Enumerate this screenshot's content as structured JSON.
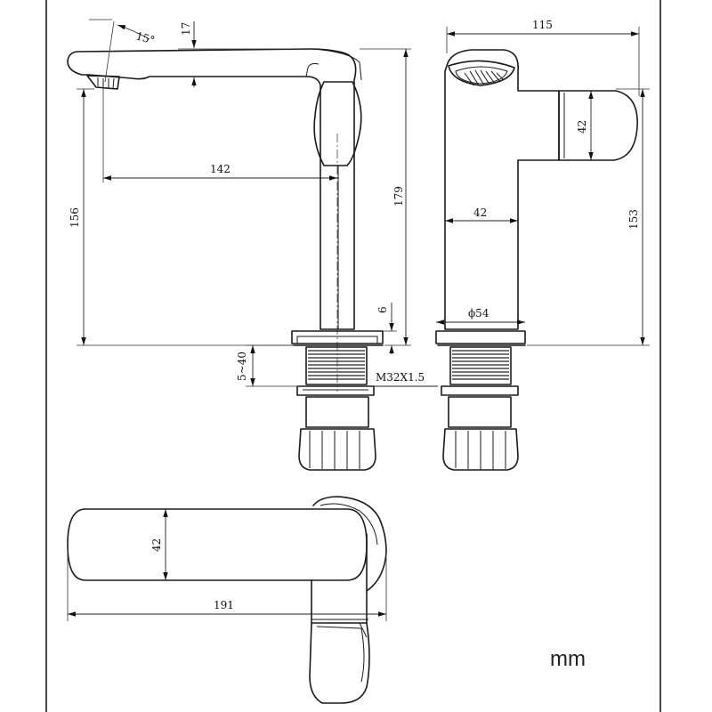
{
  "dimensions": {
    "spout_angle": "15°",
    "spout_thickness": "17",
    "reach": "142",
    "spout_height": "156",
    "total_height": "179",
    "base_plate": "6",
    "deck_thickness": "5~40",
    "thread": "M32X1.5",
    "depth": "115",
    "handle_height_side": "42",
    "body_width": "42",
    "side_height": "153",
    "base_diameter": "ϕ54",
    "top_width": "42",
    "top_length": "191"
  },
  "unit_label": "mm"
}
